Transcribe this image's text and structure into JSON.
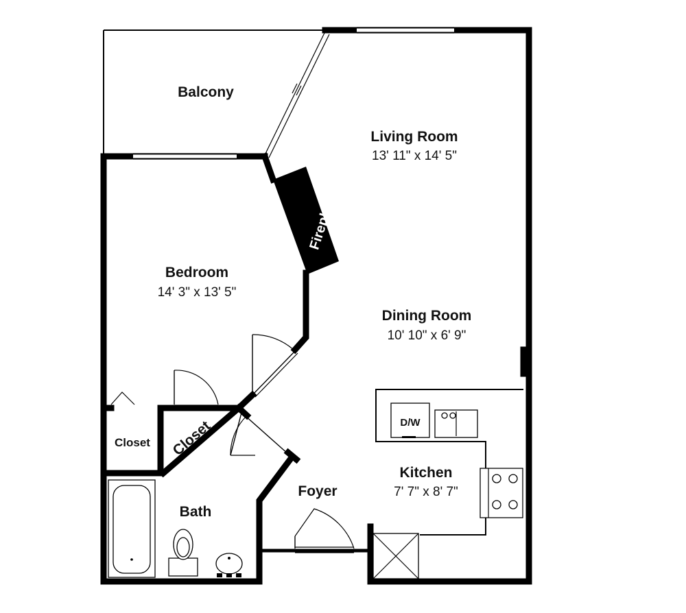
{
  "floor_plan": {
    "rooms": {
      "balcony": {
        "name": "Balcony"
      },
      "living_room": {
        "name": "Living Room",
        "dimensions": "13' 11\" x 14' 5\""
      },
      "bedroom": {
        "name": "Bedroom",
        "dimensions": "14' 3\" x 13' 5\""
      },
      "dining_room": {
        "name": "Dining Room",
        "dimensions": "10' 10\" x 6' 9\""
      },
      "kitchen": {
        "name": "Kitchen",
        "dimensions": "7' 7\" x 8' 7\""
      },
      "foyer": {
        "name": "Foyer"
      },
      "bath": {
        "name": "Bath"
      },
      "closet_left": {
        "name": "Closet"
      },
      "closet_diagonal": {
        "name": "Closet"
      }
    },
    "fixtures": {
      "fireplace": {
        "label": "Fireplace"
      },
      "dishwasher": {
        "label": "D/W"
      }
    },
    "colors": {
      "wall": "#000000",
      "background": "#ffffff",
      "fireplace_fill": "#000000",
      "fireplace_text": "#ffffff"
    }
  }
}
